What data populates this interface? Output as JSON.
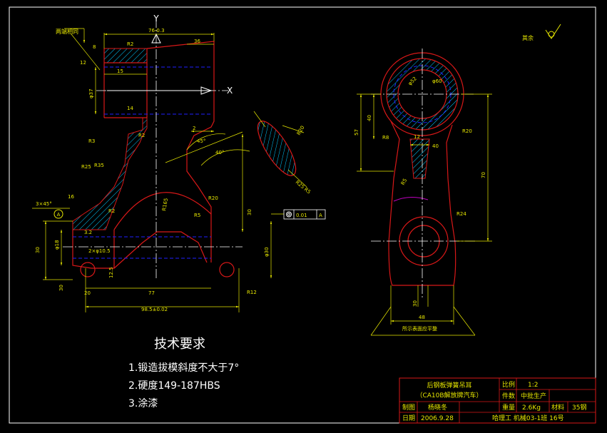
{
  "colors": {
    "background": "#000000",
    "outline": "#d81818",
    "dimension": "#e6e600",
    "centerline": "#ffffff",
    "hatch": "#00c8ff",
    "hidden": "#2020ff",
    "frame": "#ffffff",
    "titleblock": "#d81818"
  },
  "roughness": {
    "label": "其余"
  },
  "side_view": {
    "callout": "两端相同",
    "axis_y": "Y",
    "axis_x": "X",
    "dims": {
      "top_width": "76-0.3",
      "r2_top": "R2",
      "w36": "36",
      "h8": "8",
      "h12_top": "12",
      "w15": "15",
      "dia37": "φ37",
      "w14": "14",
      "r3": "R3",
      "r2_mid": "R2",
      "r25": "R25",
      "r35": "R35",
      "w16": "16",
      "r2_low": "R2",
      "w3_2": "3.2",
      "chamfer": "3×45°",
      "h30": "30",
      "dia18": "φ18",
      "holes": "2×φ10.5",
      "h12_5": "12.5",
      "w20": "20",
      "w77": "77",
      "w98": "98.5±0.02",
      "h30_right": "30",
      "dia30": "φ30",
      "r20": "R20",
      "r5": "R5",
      "r165": "R165",
      "ang45": "45°",
      "ang40": "40°",
      "w2": "2",
      "gt_value": "0.01",
      "gt_datum": "A",
      "datum_a": "A",
      "w30_small": "30",
      "r12_small": "R12"
    }
  },
  "section_view": {
    "dims": {
      "r20": "R20",
      "r25": "R25",
      "r5": "R5"
    }
  },
  "end_view": {
    "footnote": "所示表面应平整",
    "dims": {
      "dia52": "φ52",
      "dia60": "φ60",
      "h57": "57",
      "h40": "40",
      "r8": "R8",
      "w12": "12",
      "w40": "40",
      "r20": "R20",
      "r5": "R5",
      "r24": "R24",
      "h70": "70",
      "w48": "48",
      "h30": "30"
    }
  },
  "tech_requirements": {
    "title": "技术要求",
    "items": [
      "1.锻造拔模斜度不大于7°",
      "2.硬度149-187HBS",
      "3.涂漆"
    ]
  },
  "title_block": {
    "part_name_1": "后钢板弹簧吊耳",
    "part_name_2": "（CA10B解放牌汽车）",
    "scale_label": "比例",
    "scale_value": "1:2",
    "qty_label": "件数",
    "qty_value": "中批生产",
    "draw_label": "制图",
    "draw_value": "杨晓冬",
    "weight_label": "重量",
    "weight_value": "2.6Kg",
    "material_label": "材料",
    "material_value": "35钢",
    "date_label": "日期",
    "date_value": "2006.9.28",
    "school": "哈理工  机械03-1班 16号"
  }
}
